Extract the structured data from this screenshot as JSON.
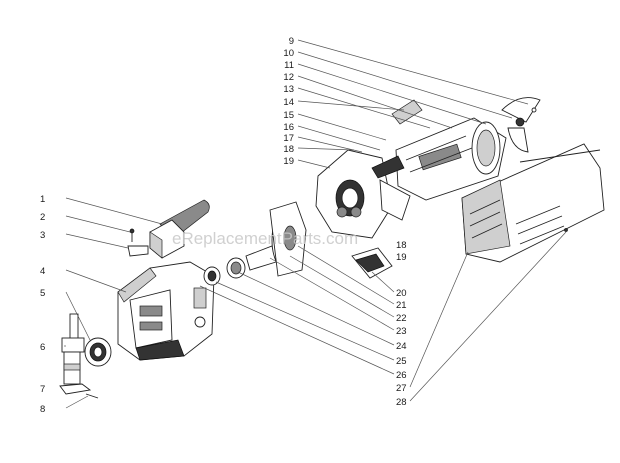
{
  "diagram": {
    "watermark": "eReplacementParts.com",
    "labels_left": [
      "1",
      "2",
      "3",
      "4",
      "5",
      "6",
      "7",
      "8"
    ],
    "labels_right": [
      "9",
      "10",
      "11",
      "12",
      "13",
      "14",
      "15",
      "16",
      "17",
      "18",
      "19"
    ],
    "labels_inline": [
      "18",
      "19"
    ],
    "labels_bottom": [
      "20",
      "21",
      "22",
      "23",
      "24",
      "25",
      "26",
      "27",
      "28"
    ]
  }
}
